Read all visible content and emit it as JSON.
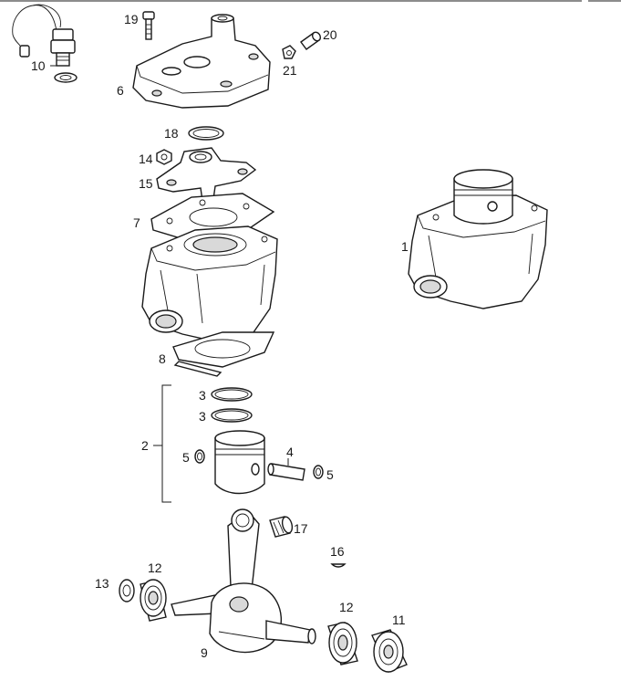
{
  "colors": {
    "line": "#1a1a1a",
    "background": "#ffffff",
    "shade": "#d9d9d9"
  },
  "callouts": {
    "c1": "1",
    "c2": "2",
    "c3a": "3",
    "c3b": "3",
    "c4": "4",
    "c5a": "5",
    "c5b": "5",
    "c6": "6",
    "c7": "7",
    "c8": "8",
    "c9": "9",
    "c10": "10",
    "c11": "11",
    "c12a": "12",
    "c12b": "12",
    "c13": "13",
    "c14": "14",
    "c15": "15",
    "c16": "16",
    "c17": "17",
    "c18": "18",
    "c19": "19",
    "c20": "20",
    "c21": "21"
  }
}
